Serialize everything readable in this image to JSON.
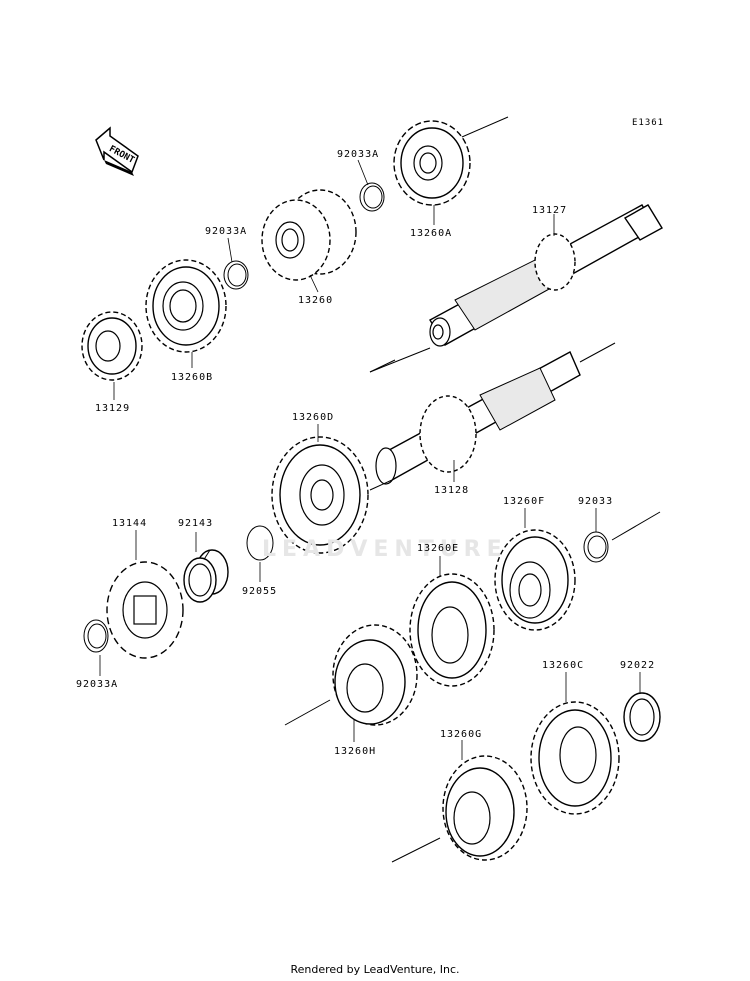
{
  "diagram_code": "E1361",
  "front_label": "FRONT",
  "watermark": "LEADVENTURE",
  "footer": "Rendered by LeadVenture, Inc.",
  "parts": {
    "p92033a_top": "92033A",
    "p13260a": "13260A",
    "p92033a_mid": "92033A",
    "p13260": "13260",
    "p13127": "13127",
    "p13129": "13129",
    "p13260b": "13260B",
    "p13260d": "13260D",
    "p13128": "13128",
    "p13144": "13144",
    "p92143": "92143",
    "p92055": "92055",
    "p13260f": "13260F",
    "p92033": "92033",
    "p13260e": "13260E",
    "p92033a_bottom": "92033A",
    "p13260c": "13260C",
    "p92022": "92022",
    "p13260h": "13260H",
    "p13260g": "13260G"
  }
}
